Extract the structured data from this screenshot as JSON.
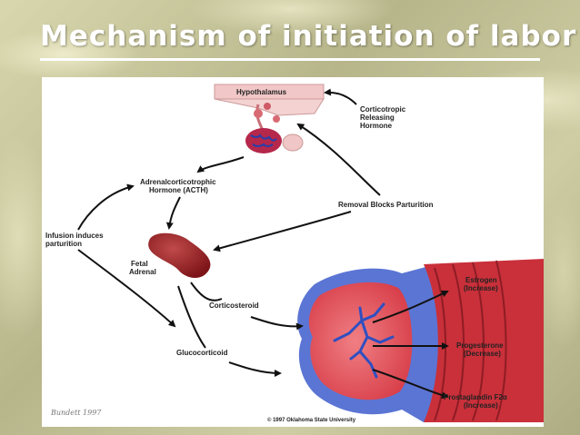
{
  "slide": {
    "title": "Mechanism of initiation of labor"
  },
  "diagram": {
    "hypothalamus": "Hypothalamus",
    "crh": [
      "Corticotropic",
      "Releasing",
      "Hormone"
    ],
    "acth": [
      "Adrenalcorticotrophic",
      "Hormone (ACTH)"
    ],
    "removal": "Removal Blocks Parturition",
    "infusion": [
      "Infusion induces",
      "parturition"
    ],
    "fetal_adrenal": [
      "Fetal",
      "Adrenal"
    ],
    "corticosteroid": "Corticosteroid",
    "glucocorticoid": "Glucocorticoid",
    "estrogen": [
      "Estrogen",
      "(Increase)"
    ],
    "progesterone": [
      "Progesterone",
      "(Decrease)"
    ],
    "prostaglandin": [
      "Prostaglandin F2α",
      "(Increase)"
    ],
    "copyright": "© 1997 Oklahoma State University",
    "signature": "Bundett 1997"
  },
  "colors": {
    "title": "#ffffff",
    "adrenal": "#9b1f23",
    "uterus_red": "#e0434f",
    "uterus_blue": "#4f6bd1",
    "placenta_blue": "#2f4fc0"
  }
}
